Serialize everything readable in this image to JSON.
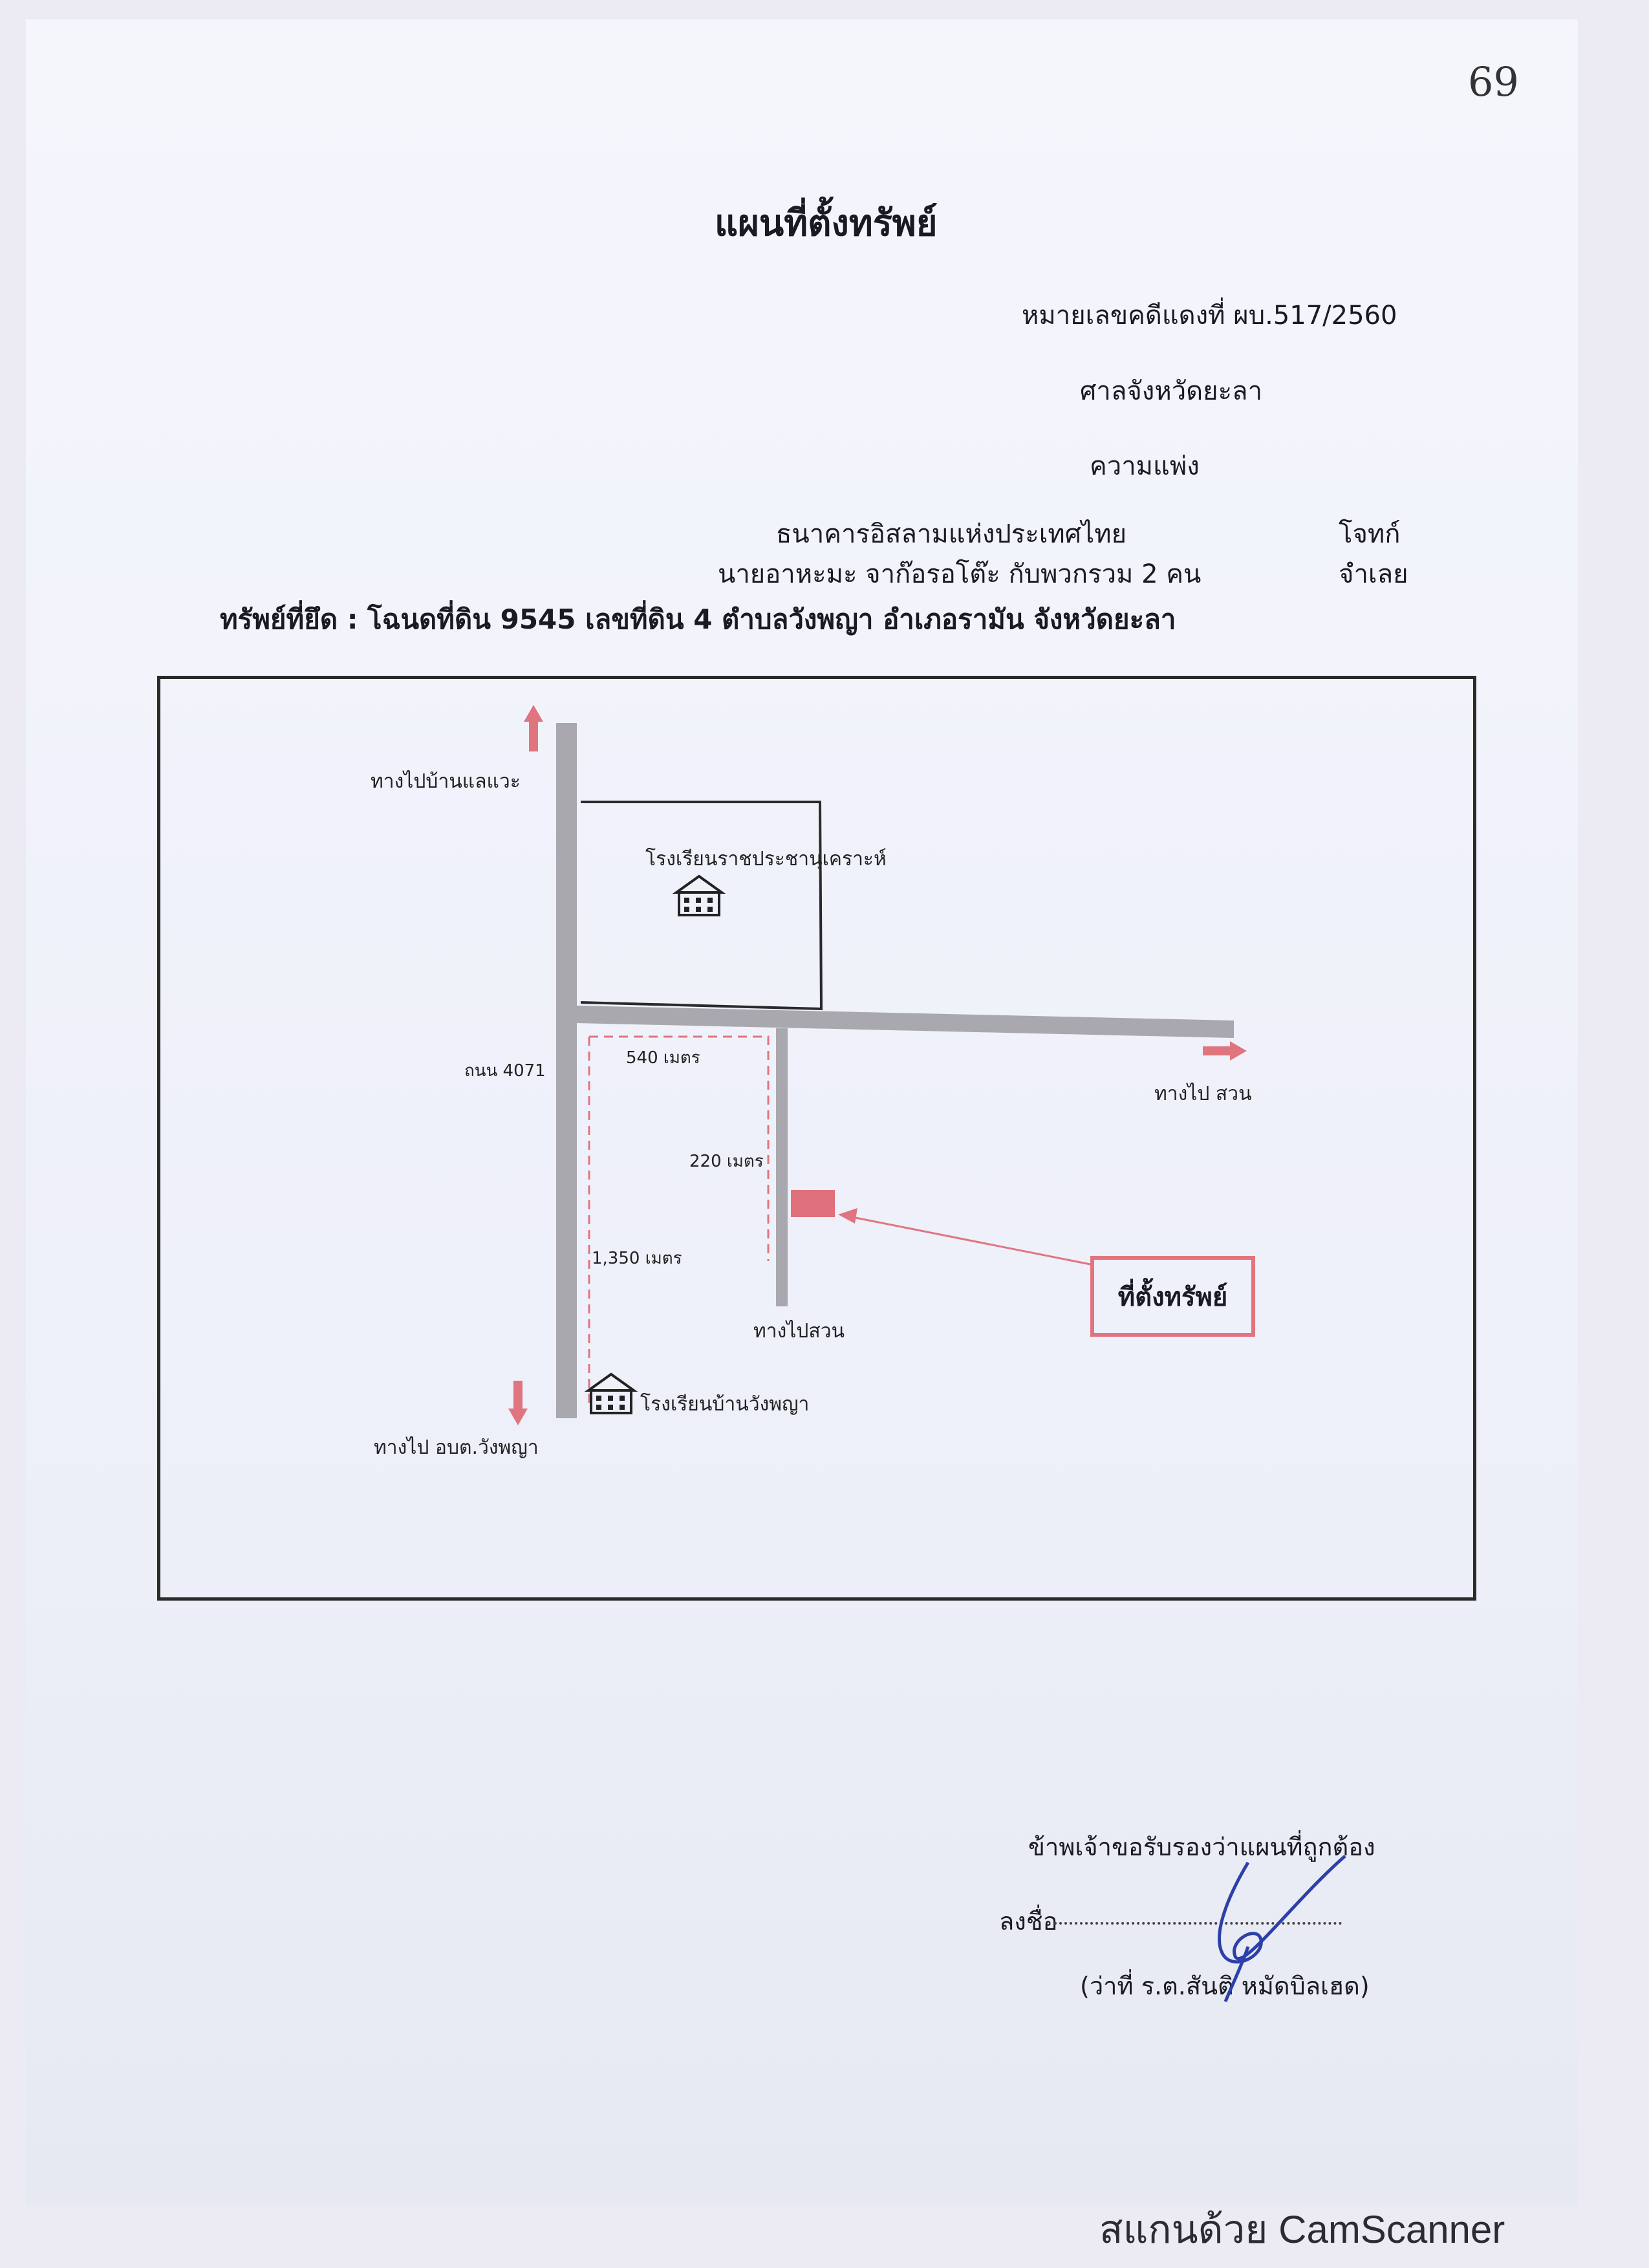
{
  "page_number": "69",
  "title": "แผนที่ตั้งทรัพย์",
  "case": {
    "red_number": "หมายเลขคดีแดงที่ ผบ.517/2560",
    "court": "ศาลจังหวัดยะลา",
    "case_type": "ความแพ่ง",
    "plaintiff": "ธนาคารอิสลามแห่งประเทศไทย",
    "plaintiff_role": "โจทก์",
    "defendant": "นายอาหะมะ  จาก๊อรอโต๊ะ กับพวกรวม 2 คน",
    "defendant_role": "จำเลย"
  },
  "property_line": "ทรัพย์ที่ยึด : โฉนดที่ดิน 9545 เลขที่ดิน 4 ตำบลวังพญา อำเภอรามัน จังหวัดยะลา",
  "map": {
    "to_ban_laewa": "ทางไปบ้านแลแวะ",
    "school_north": "โรงเรียนราชประชานุเคราะห์",
    "road_4071": "ถนน 4071",
    "dist_540": "540 เมตร",
    "dist_220": "220 เมตร",
    "dist_1350": "1,350 เมตร",
    "to_garden_east": "ทางไป สวน",
    "to_garden_south": "ทางไปสวน",
    "property_location": "ที่ตั้งทรัพย์",
    "school_south": "โรงเรียนบ้านวังพญา",
    "to_tao_office": "ทางไป อบต.วังพญา",
    "colors": {
      "road": "#a8a8ae",
      "accent": "#e07580",
      "frame": "#2a2a2a"
    }
  },
  "certification": {
    "statement": "ข้าพเจ้าขอรับรองว่าแผนที่ถูกต้อง",
    "sign_label": "ลงชื่อ",
    "signer": "(ว่าที่ ร.ต.สันติ หมัดบิลเฮด)"
  },
  "footer": "สแกนด้วย CamScanner"
}
